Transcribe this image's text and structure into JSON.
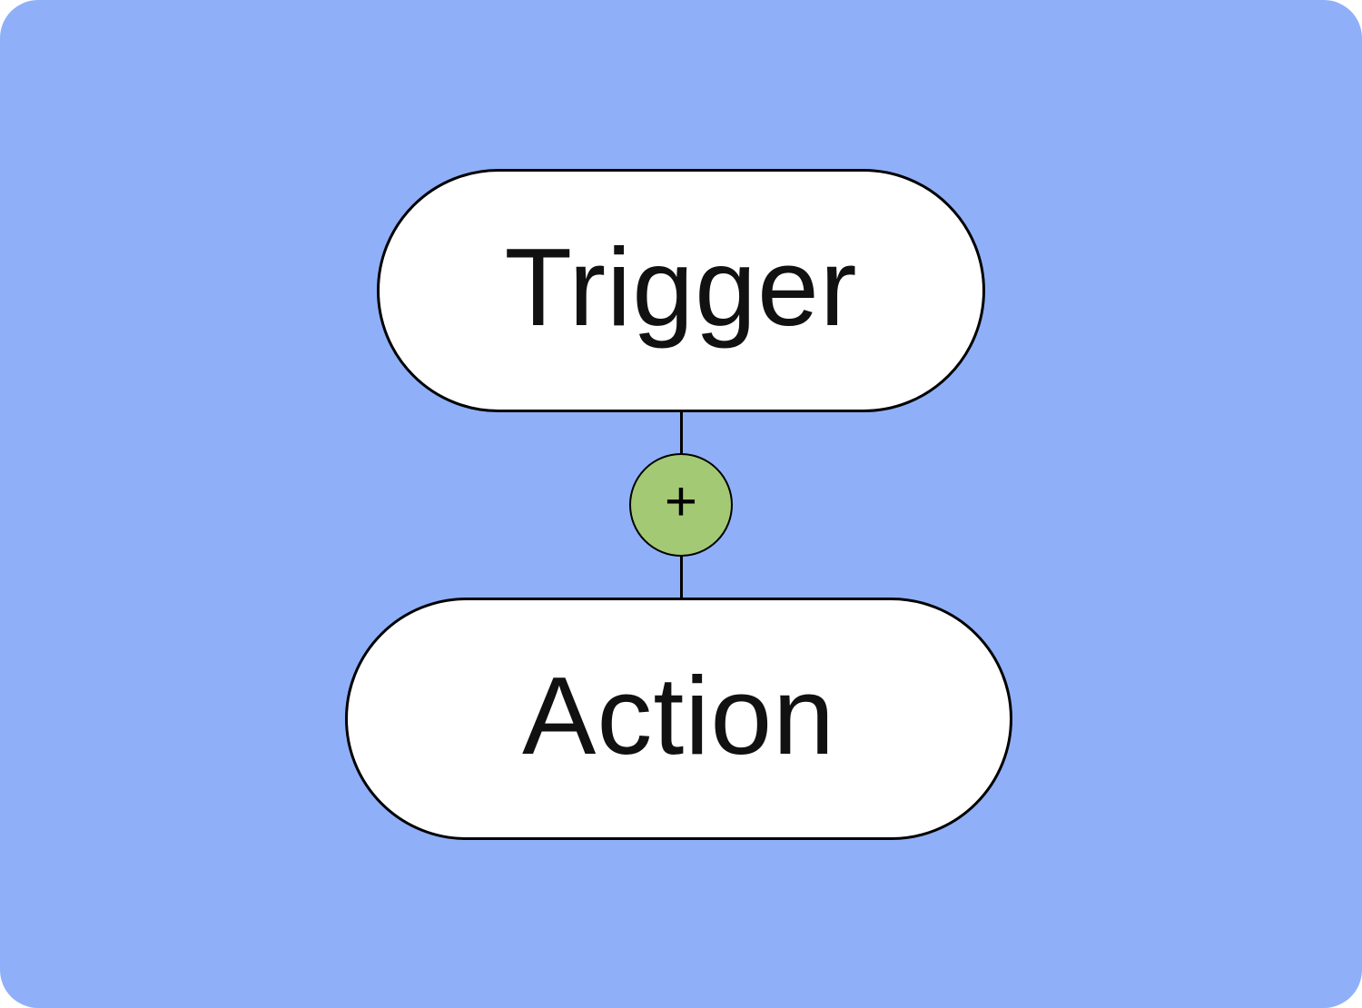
{
  "canvas": {
    "background_color": "#8fb0f8",
    "node_fill": "#ffffff",
    "node_border_color": "#000000",
    "connector_color": "#000000"
  },
  "nodes": [
    {
      "id": "trigger",
      "label": "Trigger"
    },
    {
      "id": "action",
      "label": "Action"
    }
  ],
  "add_button": {
    "symbol": "+",
    "fill_color": "#a4c974",
    "border_color": "#000000"
  }
}
